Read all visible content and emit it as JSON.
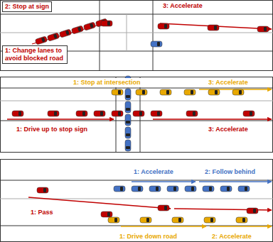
{
  "diagram": {
    "labels": [
      "2: Stop at sign",
      "3: Accelerate",
      "1: Change lanes to avoid blocked road",
      "1: Stop at intersection",
      "3: Accelerate",
      "1: Drive up to stop sign",
      "3: Accelerate",
      "1: Accelerate",
      "2: Follow behind",
      "1: Pass",
      "1: Drive down road",
      "2: Accelerate"
    ]
  }
}
